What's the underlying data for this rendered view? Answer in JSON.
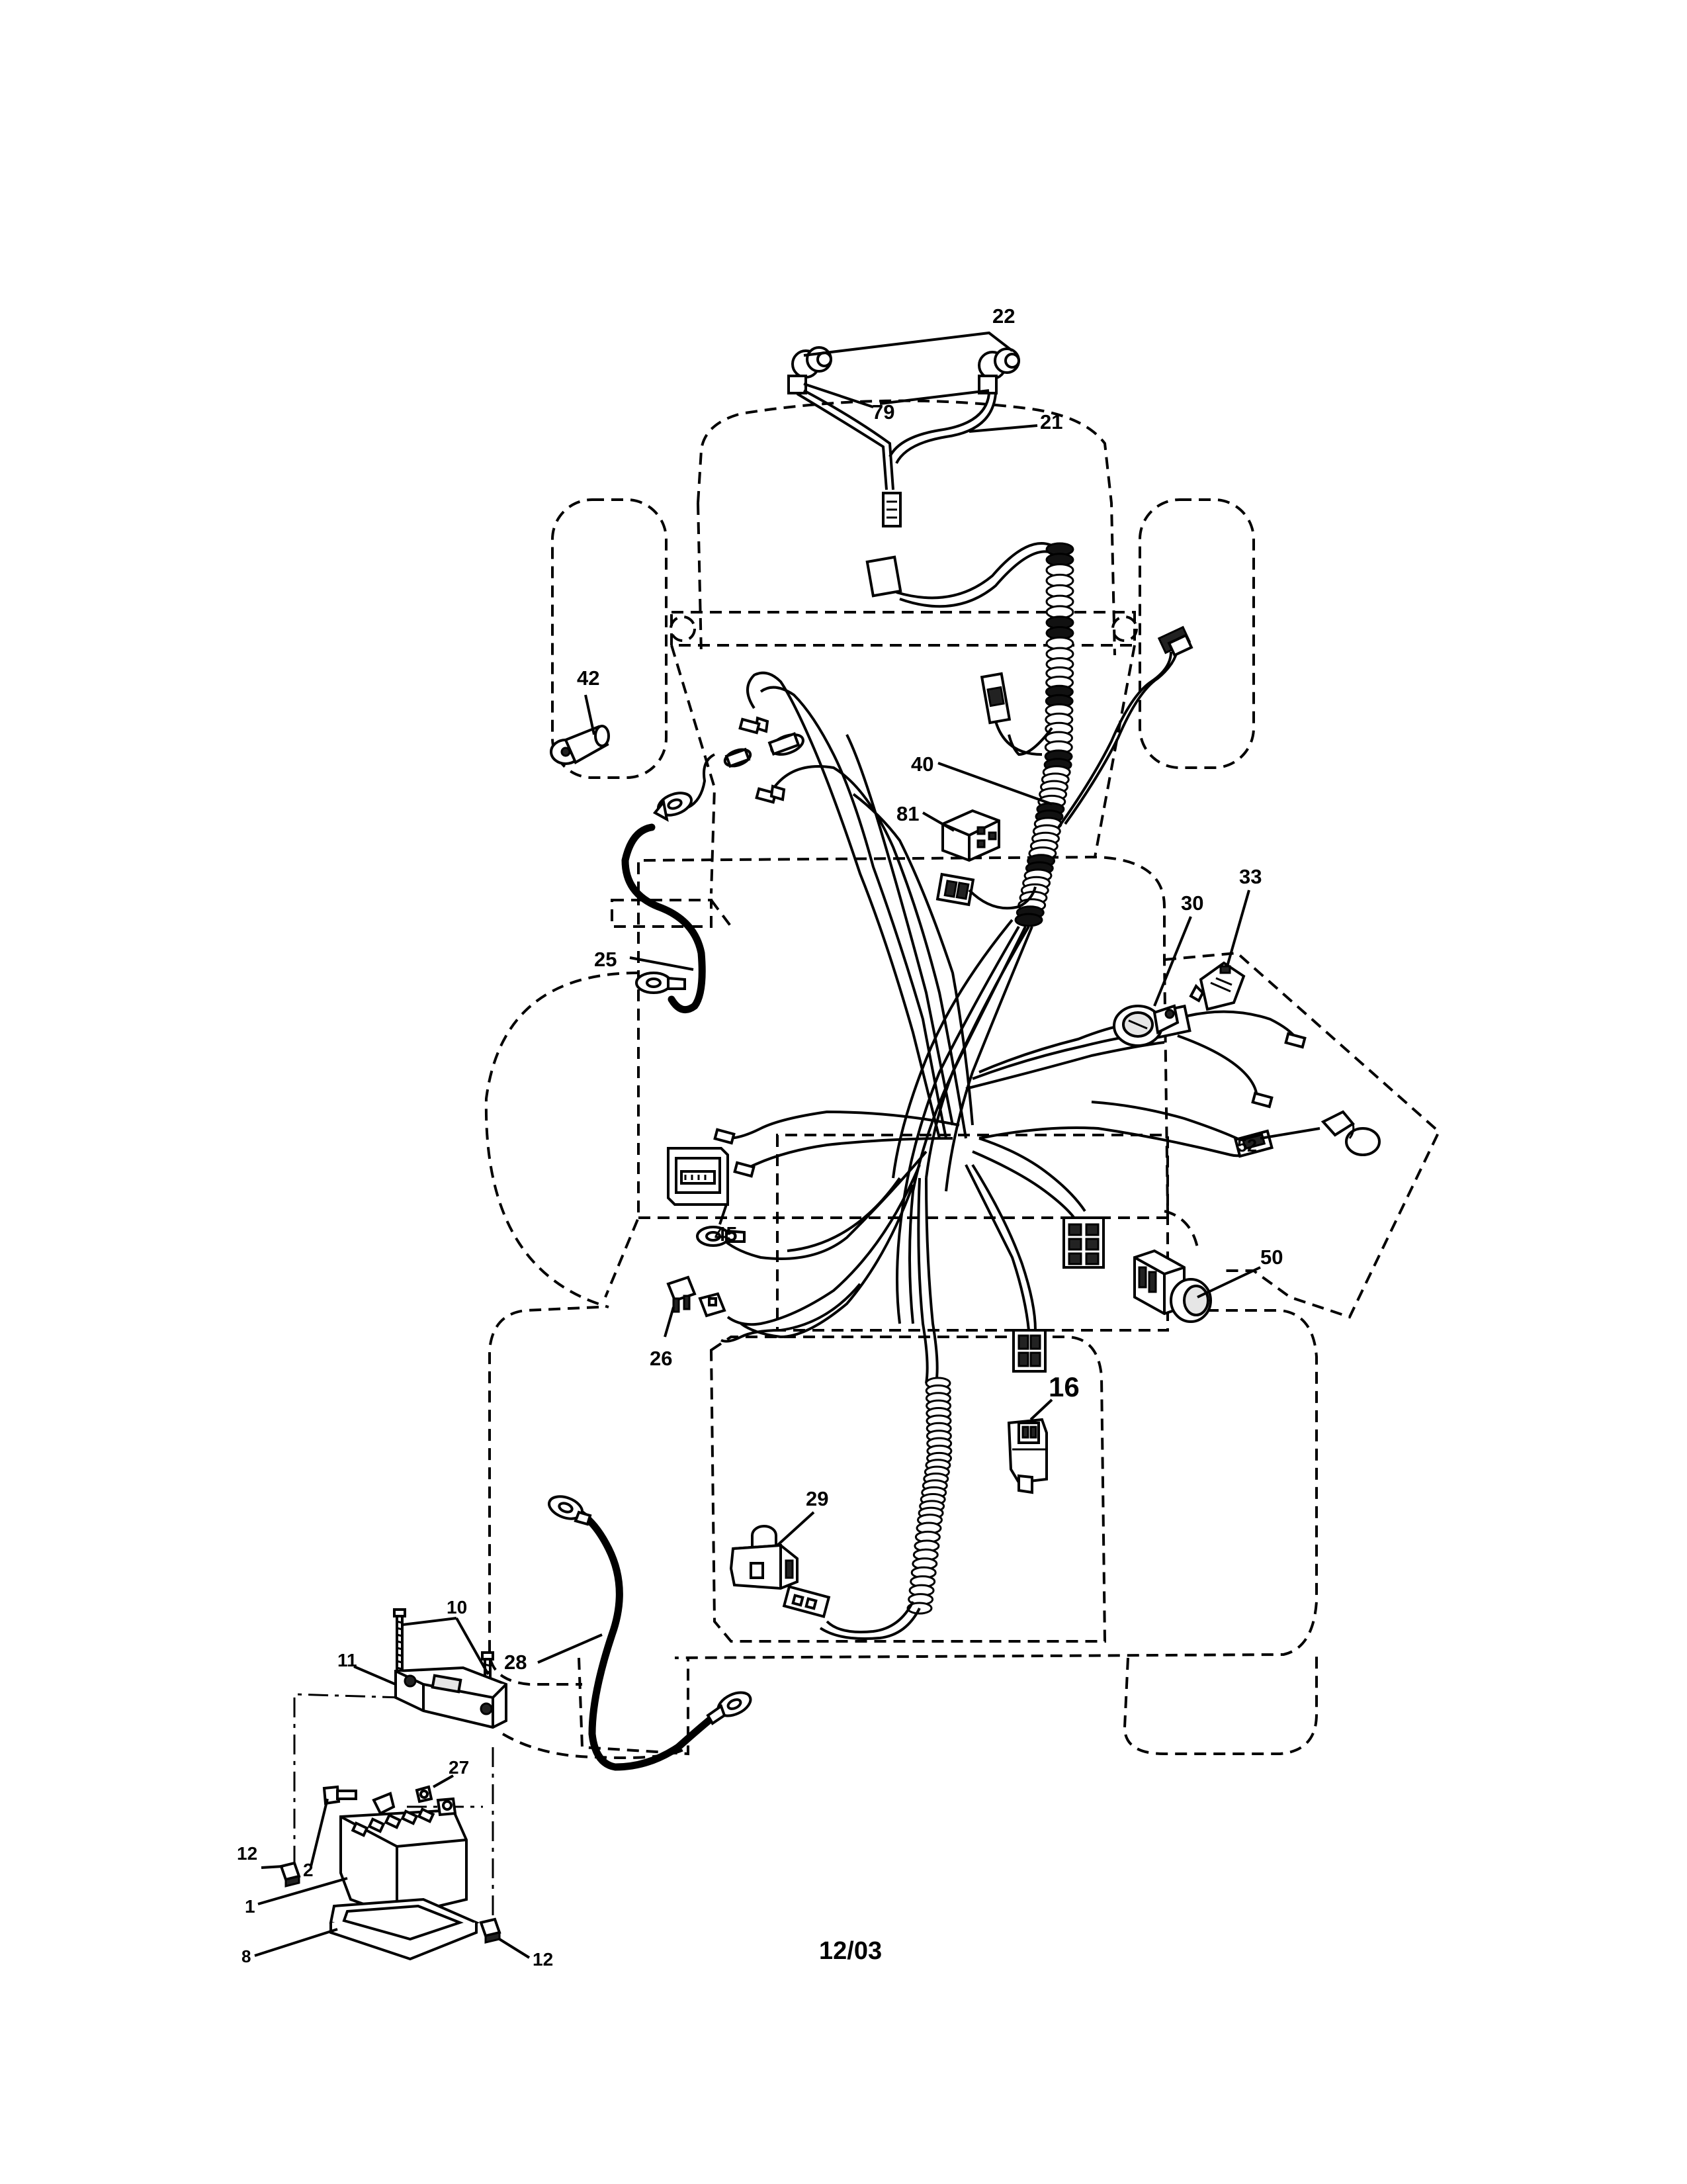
{
  "callouts": {
    "c1": "1",
    "c2": "2",
    "c8": "8",
    "c10": "10",
    "c11": "11",
    "c12a": "12",
    "c12b": "12",
    "c16": "16",
    "c21": "21",
    "c22": "22",
    "c25": "25",
    "c26": "26",
    "c27": "27",
    "c28": "28",
    "c29": "29",
    "c30": "30",
    "c33": "33",
    "c40": "40",
    "c42": "42",
    "c45": "45",
    "c50": "50",
    "c52": "52",
    "c79": "79",
    "c81": "81"
  },
  "date_code": "12/03"
}
